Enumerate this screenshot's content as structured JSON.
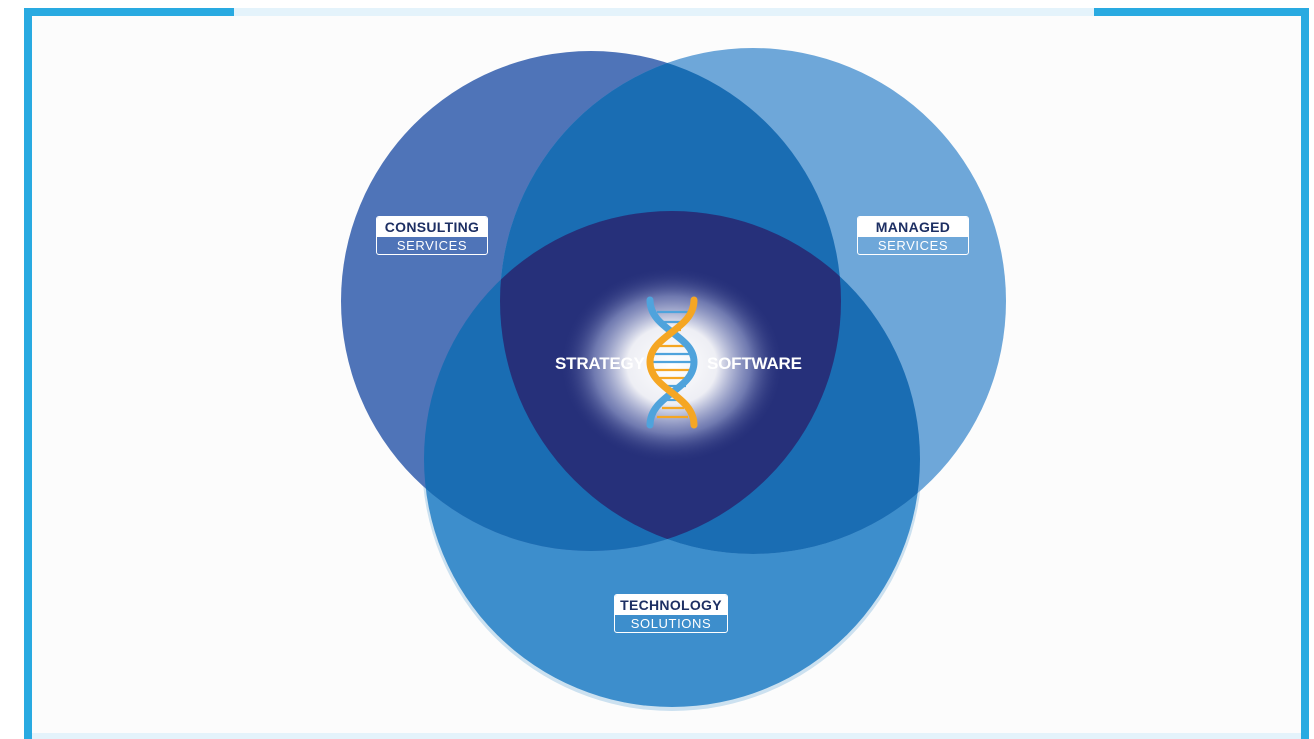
{
  "diagram": {
    "circles": [
      {
        "id": "consulting",
        "fill": "#4f74b8"
      },
      {
        "id": "managed",
        "fill": "#6ea7d9"
      },
      {
        "id": "technology",
        "fill": "#3d8ecc"
      }
    ],
    "overlap_color": "#1a6db3",
    "core_color": "#26307a",
    "frame_color": "#29aae1",
    "labels": {
      "consulting": {
        "top": "CONSULTING",
        "bottom": "SERVICES"
      },
      "managed": {
        "top": "MANAGED",
        "bottom": "SERVICES"
      },
      "technology": {
        "top": "TECHNOLOGY",
        "bottom": "SOLUTIONS"
      }
    },
    "center": {
      "left": "STRATEGY",
      "right": "SOFTWARE",
      "icon": "dna-helix-icon"
    },
    "helix_colors": {
      "strand_a": "#f5a623",
      "strand_b": "#4fa3dc"
    }
  }
}
